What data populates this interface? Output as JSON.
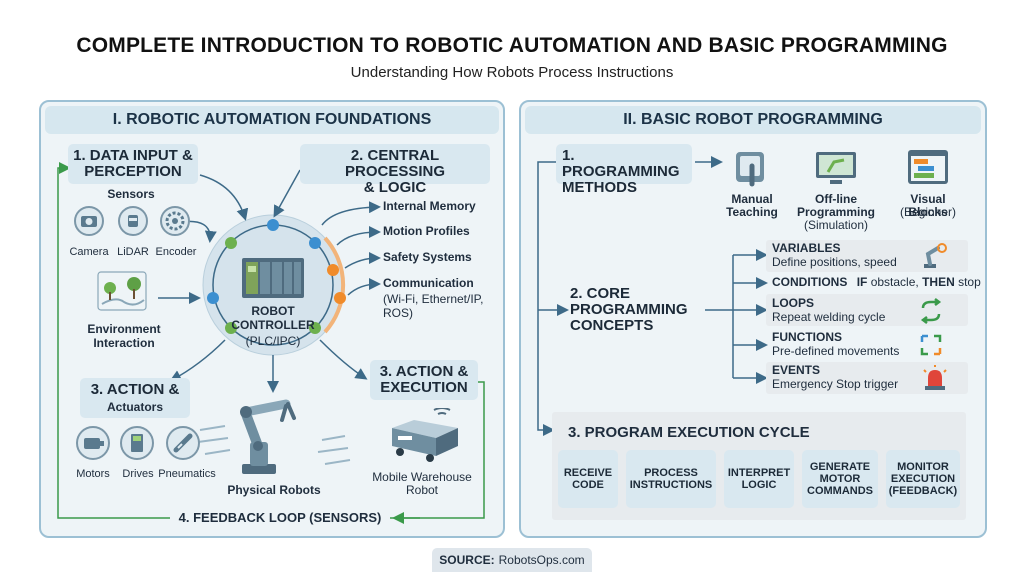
{
  "title": "COMPLETE INTRODUCTION TO ROBOTIC AUTOMATION AND BASIC PROGRAMMING",
  "subtitle": "Understanding How Robots Process Instructions",
  "left": {
    "heading": "I. ROBOTIC AUTOMATION FOUNDATIONS",
    "step1": "1. DATA INPUT &\nPERCEPTION",
    "sensors_label": "Sensors",
    "sensors": [
      "Camera",
      "LiDAR",
      "Encoder"
    ],
    "environment": "Environment\nInteraction",
    "step2": "2. CENTRAL PROCESSING\n& LOGIC",
    "controller": [
      "ROBOT",
      "CONTROLLER",
      "(PLC/IPC)"
    ],
    "outputs": [
      "Internal Memory",
      "Motion Profiles",
      "Safety Systems"
    ],
    "communication_title": "Communication",
    "communication_detail": "(Wi-Fi, Ethernet/IP,\nROS)",
    "step3a": "3. ACTION &",
    "actuators_label": "Actuators",
    "actuators": [
      "Motors",
      "Drives",
      "Pneumatics"
    ],
    "step3b": "3. ACTION &\nEXECUTION",
    "physical_robots": "Physical Robots",
    "mobile_robot": "Mobile Warehouse\nRobot",
    "step4": "4. FEEDBACK LOOP (SENSORS)"
  },
  "right": {
    "heading": "II. BASIC ROBOT PROGRAMMING",
    "step1": "1. PROGRAMMING\nMETHODS",
    "methods": [
      {
        "title": "Manual\nTeaching",
        "detail": ""
      },
      {
        "title": "Off-line\nProgramming",
        "detail": "(Simulation)"
      },
      {
        "title": "Visual Blocks",
        "detail": "(Beginner)"
      }
    ],
    "step2": "2. CORE\nPROGRAMMING\nCONCEPTS",
    "concepts": [
      {
        "name": "VARIABLES",
        "detail": "Define positions, speed"
      },
      {
        "name": "CONDITIONS",
        "detail": ""
      },
      {
        "name": "LOOPS",
        "detail": "Repeat welding cycle"
      },
      {
        "name": "FUNCTIONS",
        "detail": "Pre-defined movements"
      },
      {
        "name": "EVENTS",
        "detail": "Emergency Stop trigger"
      }
    ],
    "conditions_if": "IF",
    "conditions_mid": "obstacle,",
    "conditions_then": "THEN",
    "conditions_end": "stop",
    "step3": "3. PROGRAM EXECUTION CYCLE",
    "cycle": [
      "RECEIVE\nCODE",
      "PROCESS\nINSTRUCTIONS",
      "INTERPRET\nLOGIC",
      "GENERATE\nMOTOR\nCOMMANDS",
      "MONITOR\nEXECUTION\n(FEEDBACK)"
    ]
  },
  "source_label": "SOURCE:",
  "source_value": "RobotsOps.com"
}
